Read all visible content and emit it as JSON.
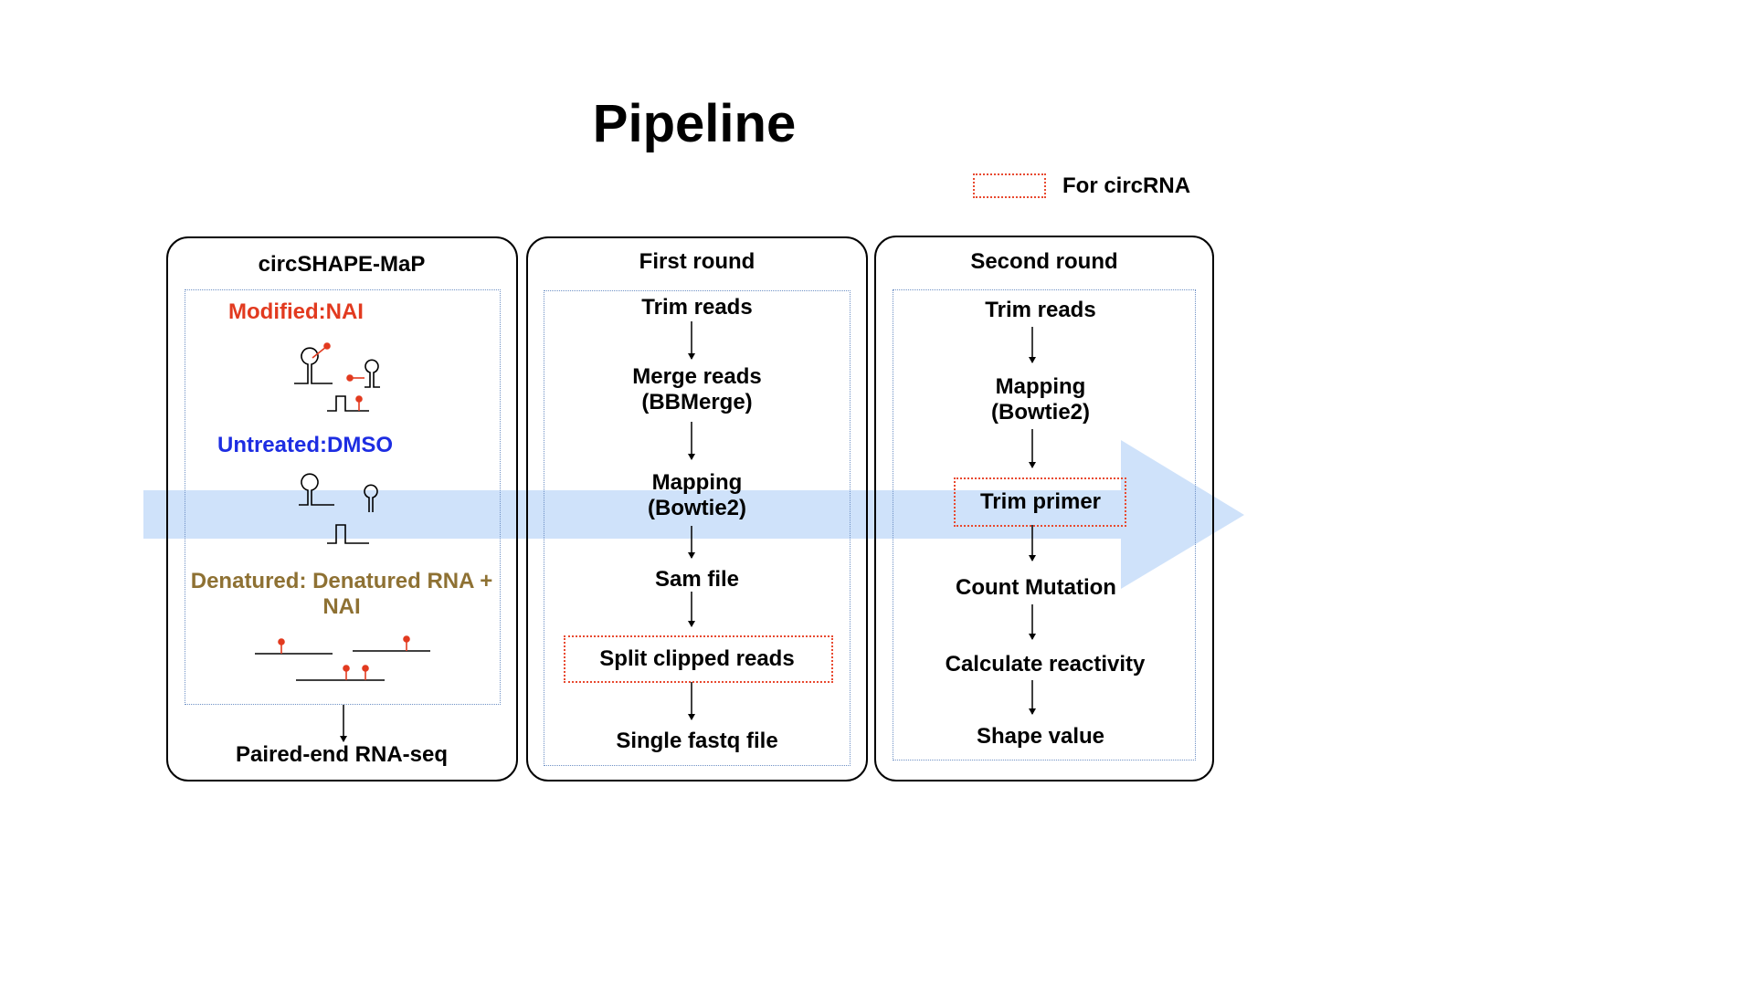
{
  "title": "Pipeline",
  "legend": {
    "label": "For circRNA",
    "color": "#e8492f"
  },
  "panels": {
    "shape": {
      "header": "circSHAPE-MaP",
      "modified": "Modified:NAI",
      "untreated": "Untreated:DMSO",
      "denatured": "Denatured: Denatured RNA + NAI",
      "output": "Paired-end RNA-seq"
    },
    "first": {
      "header": "First round",
      "steps": [
        "Trim reads",
        "Merge reads\n(BBMerge)",
        "Mapping\n(Bowtie2)",
        "Sam file",
        "Split clipped reads",
        "Single fastq file"
      ]
    },
    "second": {
      "header": "Second round",
      "steps": [
        "Trim reads",
        "Mapping\n(Bowtie2)",
        "Trim primer",
        "Count Mutation",
        "Calculate reactivity",
        "Shape value"
      ]
    }
  },
  "colors": {
    "modified": "#e23a1f",
    "untreated": "#1d2de2",
    "denatured": "#8e7133",
    "flow_arrow": "#cfe2fa",
    "inner_border": "#6f91c5"
  }
}
